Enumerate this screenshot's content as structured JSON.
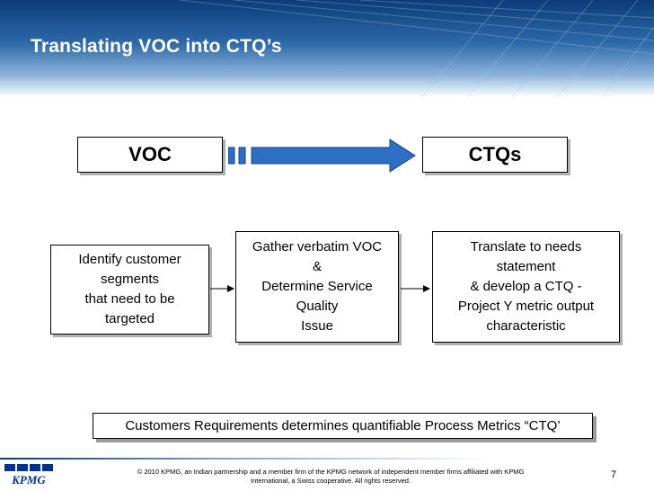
{
  "slide": {
    "title": "Translating VOC into CTQ’s"
  },
  "diagram": {
    "voc_label": "VOC",
    "ctq_label": "CTQs",
    "process_boxes": [
      {
        "lines": [
          "Identify customer",
          "segments",
          "that need to be",
          "targeted"
        ]
      },
      {
        "lines": [
          "Gather verbatim VOC",
          "&",
          "Determine Service",
          "Quality",
          "Issue"
        ]
      },
      {
        "lines": [
          "Translate to needs",
          "statement",
          "& develop a CTQ -",
          "Project Y metric output",
          "characteristic"
        ]
      }
    ],
    "summary": "Customers Requirements determines quantifiable Process Metrics “CTQ’"
  },
  "footer": {
    "logo_text": "KPMG",
    "copyright_line1": "© 2010 KPMG, an Indian partnership and a member firm of the KPMG network of independent member firms affiliated with KPMG",
    "copyright_line2": "International, a Swiss cooperative. All rights reserved.",
    "page_number": "7"
  },
  "colors": {
    "header_dark": "#0c3b78",
    "arrow_fill": "#2e6fc4",
    "kpmg_blue": "#00338d"
  }
}
